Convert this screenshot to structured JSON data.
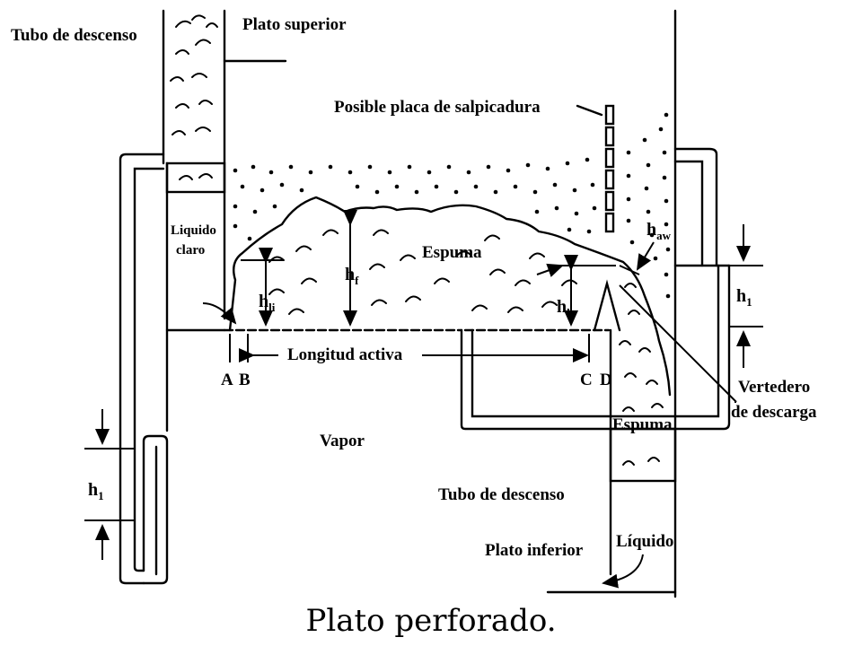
{
  "labels": {
    "tubo_descenso_top": "Tubo de descenso",
    "plato_superior": "Plato superior",
    "placa_salpicadura": "Posible placa de salpicadura",
    "liquido_claro_1": "Liquido",
    "liquido_claro_2": "claro",
    "espuma_top": "Espuma",
    "h_aw": "h",
    "h_aw_sub": "aw",
    "h_f": "h",
    "h_f_sub": "f",
    "h_li": "h",
    "h_li_sub": "li",
    "h_lo": "h",
    "h_lo_sub": "lo",
    "h1_right": "h",
    "h1_right_sub": "1",
    "h1_left": "h",
    "h1_left_sub": "1",
    "longitud_activa": "Longitud activa",
    "A": "A",
    "B": "B",
    "C": "C",
    "D": "D",
    "vertedero_1": "Vertedero",
    "vertedero_2": "de descarga",
    "vapor": "Vapor",
    "espuma_bottom": "Espuma",
    "tubo_descenso_bottom": "Tubo de descenso",
    "liquido": "Líquido",
    "plato_inferior": "Plato inferior"
  },
  "caption": "Plato perforado."
}
